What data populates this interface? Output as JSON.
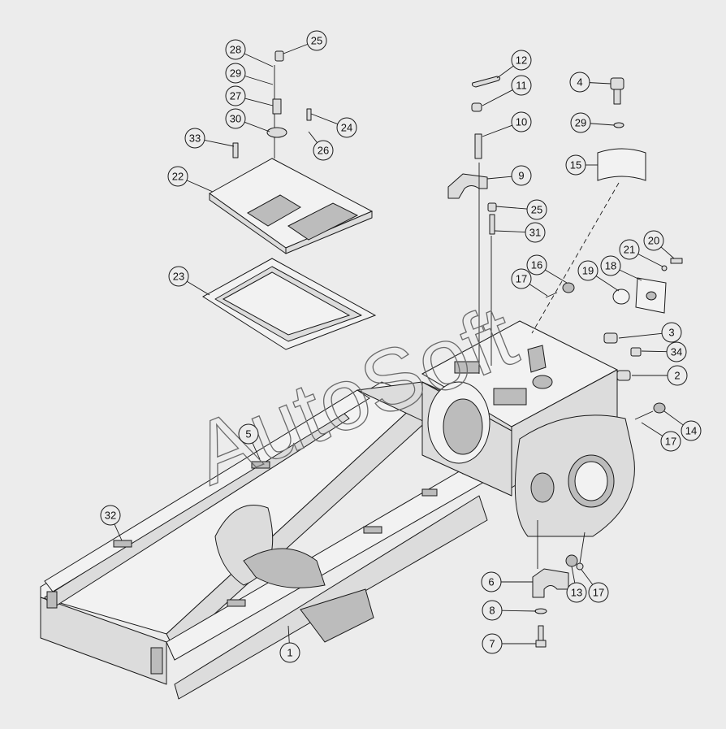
{
  "diagram": {
    "watermark": "AutoSoft",
    "callouts": [
      "1",
      "2",
      "3",
      "4",
      "5",
      "6",
      "7",
      "8",
      "9",
      "10",
      "11",
      "12",
      "13",
      "14",
      "15",
      "16",
      "17",
      "17",
      "17",
      "18",
      "19",
      "20",
      "21",
      "22",
      "23",
      "24",
      "25",
      "25",
      "26",
      "27",
      "28",
      "29",
      "29",
      "30",
      "31",
      "32",
      "33",
      "34"
    ]
  }
}
